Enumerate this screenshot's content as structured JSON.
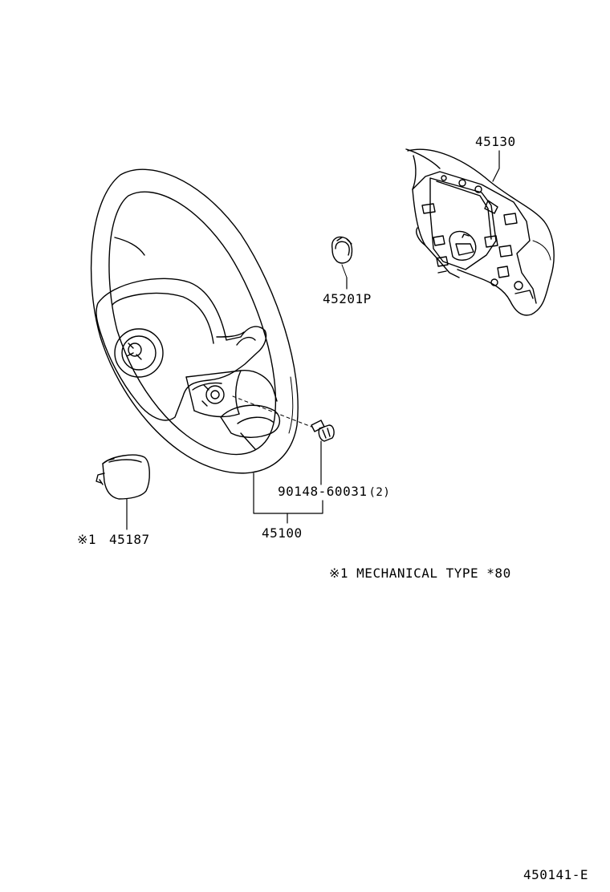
{
  "labels": {
    "part_45130": "45130",
    "part_45201p": "45201P",
    "bolt": "90148-60031",
    "bolt_qty": "(2)",
    "part_45100": "45100",
    "note_mark": "※1",
    "part_45187": "45187",
    "legend": "※1 MECHANICAL TYPE *80",
    "diagram_id": "450141-E"
  }
}
